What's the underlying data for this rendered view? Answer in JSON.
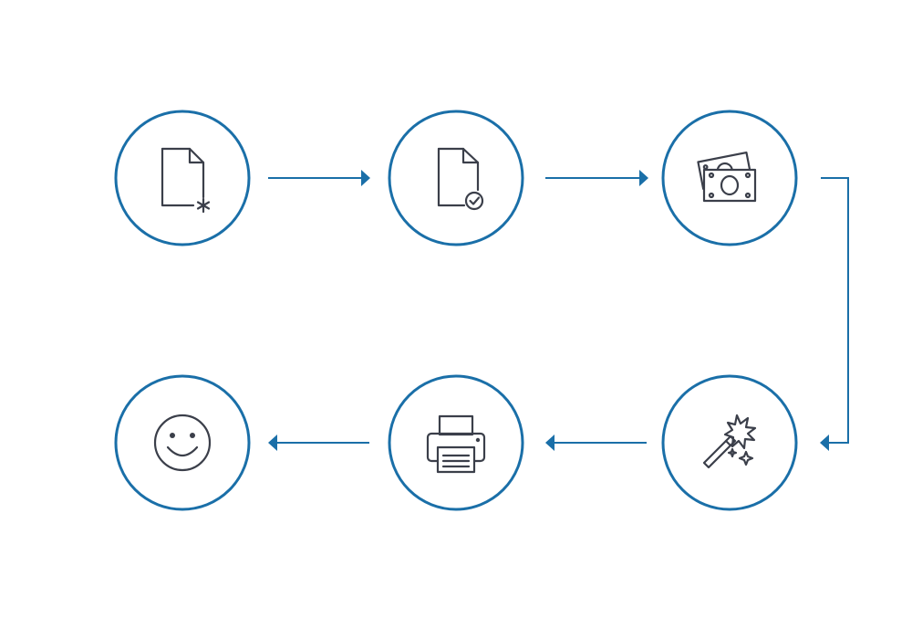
{
  "diagram": {
    "type": "process-flow",
    "accent_color": "#1a6fa8",
    "icon_color": "#3b3f4a",
    "background_color": "#ffffff",
    "steps": [
      {
        "order": 1,
        "icon": "new-document-icon"
      },
      {
        "order": 2,
        "icon": "approved-document-icon"
      },
      {
        "order": 3,
        "icon": "money-icon"
      },
      {
        "order": 4,
        "icon": "magic-wand-icon"
      },
      {
        "order": 5,
        "icon": "printer-icon"
      },
      {
        "order": 6,
        "icon": "smiley-face-icon"
      }
    ],
    "connections": [
      {
        "from": 1,
        "to": 2
      },
      {
        "from": 2,
        "to": 3
      },
      {
        "from": 3,
        "to": 4
      },
      {
        "from": 4,
        "to": 5
      },
      {
        "from": 5,
        "to": 6
      }
    ]
  }
}
